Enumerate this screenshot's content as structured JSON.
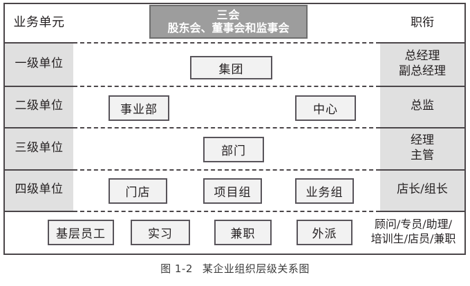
{
  "header": {
    "left_label": "业务单元",
    "right_label": "职衔",
    "center_box": {
      "line1": "三会",
      "line2": "股东会、董事会和监事会"
    }
  },
  "rows": [
    {
      "left_label": "一级单位",
      "right_label": "总经理\n副总经理",
      "right_label_line1": "总经理",
      "right_label_line2": "副总经理",
      "nodes": [
        {
          "label": "集团"
        }
      ]
    },
    {
      "left_label": "二级单位",
      "right_label_line1": "总监",
      "right_label_line2": "",
      "nodes": [
        {
          "label": "事业部"
        },
        {
          "label": "中心"
        }
      ]
    },
    {
      "left_label": "三级单位",
      "right_label_line1": "经理",
      "right_label_line2": "主管",
      "nodes": [
        {
          "label": "部门"
        }
      ]
    },
    {
      "left_label": "四级单位",
      "right_label_line1": "店长/组长",
      "right_label_line2": "",
      "nodes": [
        {
          "label": "门店"
        },
        {
          "label": "项目组"
        },
        {
          "label": "业务组"
        }
      ]
    },
    {
      "left_label": "",
      "right_label_line1": "顾问/专员/助理/",
      "right_label_line2": "培训生/店员/兼职",
      "nodes": [
        {
          "label": "基层员工"
        },
        {
          "label": "实习"
        },
        {
          "label": "兼职"
        },
        {
          "label": "外派"
        }
      ]
    }
  ],
  "caption": {
    "number": "图 1-2",
    "text": "某企业组织层级关系图"
  },
  "colors": {
    "frame": "#4a4548",
    "band_gray": "#e0e0e0",
    "node_fill": "#f2f2f2",
    "node_border": "#58545a",
    "board_fill": "#9d9d9d",
    "board_border": "#6d6d6d",
    "text": "#231f20",
    "caption_text": "#3b3b3b"
  }
}
